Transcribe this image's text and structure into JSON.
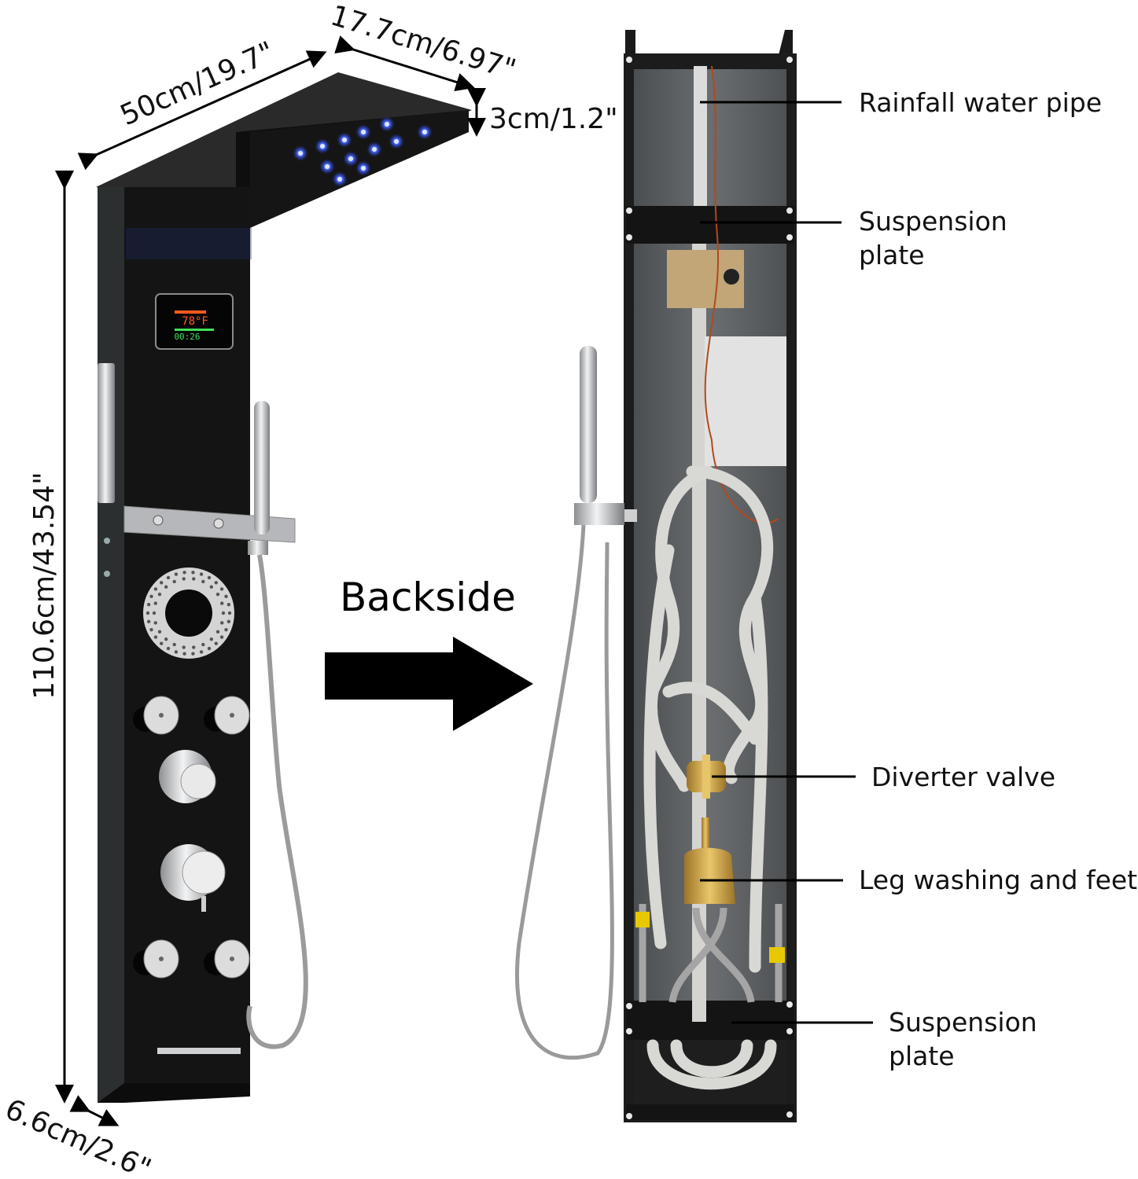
{
  "dimensions": {
    "width": "50cm/19.7\"",
    "depth": "17.7cm/6.97\"",
    "head_thickness": "3cm/1.2\"",
    "height": "110.6cm/43.54\"",
    "panel_depth": "6.6cm/2.6\""
  },
  "display": {
    "temperature": "78°F",
    "time": "00:26"
  },
  "center": {
    "caption": "Backside",
    "arrow_icon": "right-arrow-icon"
  },
  "callouts": [
    {
      "id": "rainfall-water-pipe",
      "lines": [
        "Rainfall water pipe"
      ]
    },
    {
      "id": "suspension-plate-top",
      "lines": [
        "Suspension",
        "plate"
      ]
    },
    {
      "id": "diverter-valve",
      "lines": [
        "Diverter valve"
      ]
    },
    {
      "id": "leg-washing",
      "lines": [
        "Leg washing and feet"
      ]
    },
    {
      "id": "suspension-plate-bottom",
      "lines": [
        "Suspension",
        "plate"
      ]
    }
  ],
  "colors": {
    "panel": "#1b1b1b",
    "panel_edge": "#2b2f30",
    "led": "#3a5bff",
    "chrome": "#c9cbcd",
    "brass": "#c9a24a",
    "hose": "#d8d8d4",
    "backplate": "#5c5f60",
    "display_orange": "#ff5a1e",
    "display_green": "#3fe05a"
  }
}
